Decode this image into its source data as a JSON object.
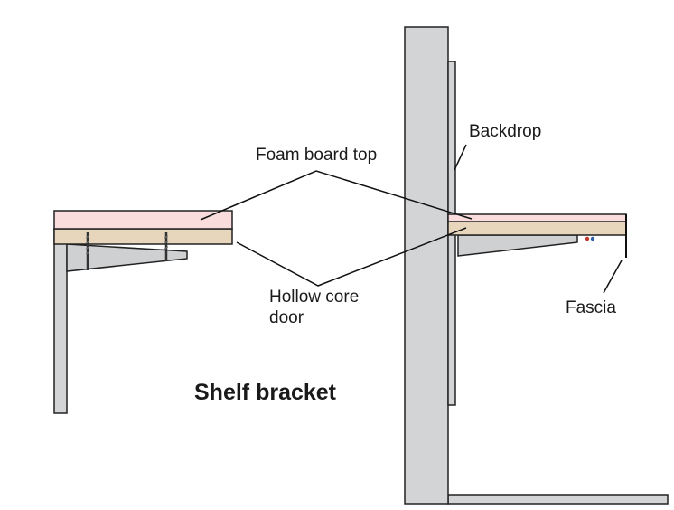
{
  "labels": {
    "foam_board_top": "Foam board top",
    "backdrop": "Backdrop",
    "hollow_core_door_line1": "Hollow core",
    "hollow_core_door_line2": "door",
    "fascia": "Fascia",
    "shelf_bracket": "Shelf bracket"
  },
  "colors": {
    "foam_board": "#fadcdc",
    "door": "#e8d6bc",
    "metal": "#d3d4d6",
    "bracket": "#cfd0d2",
    "outline": "#222222",
    "screw": "#555555",
    "wire_red": "#c0392b",
    "wire_blue": "#2e5fa8"
  }
}
